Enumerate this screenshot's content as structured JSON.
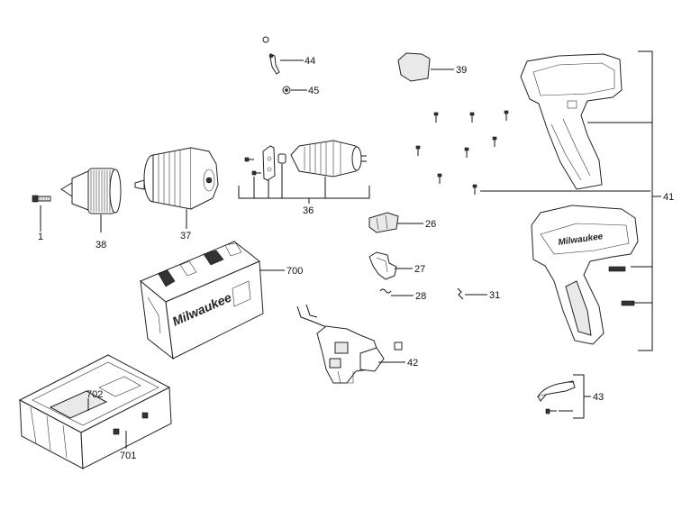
{
  "callouts": {
    "c1": "1",
    "c26": "26",
    "c27": "27",
    "c28": "28",
    "c31": "31",
    "c36": "36",
    "c37": "37",
    "c38": "38",
    "c39": "39",
    "c41": "41",
    "c42": "42",
    "c43": "43",
    "c44": "44",
    "c45": "45",
    "c700": "700",
    "c701": "701",
    "c702": "702"
  },
  "brand": {
    "case_logo": "Milwaukee",
    "housing_logo": "Milwaukee"
  }
}
